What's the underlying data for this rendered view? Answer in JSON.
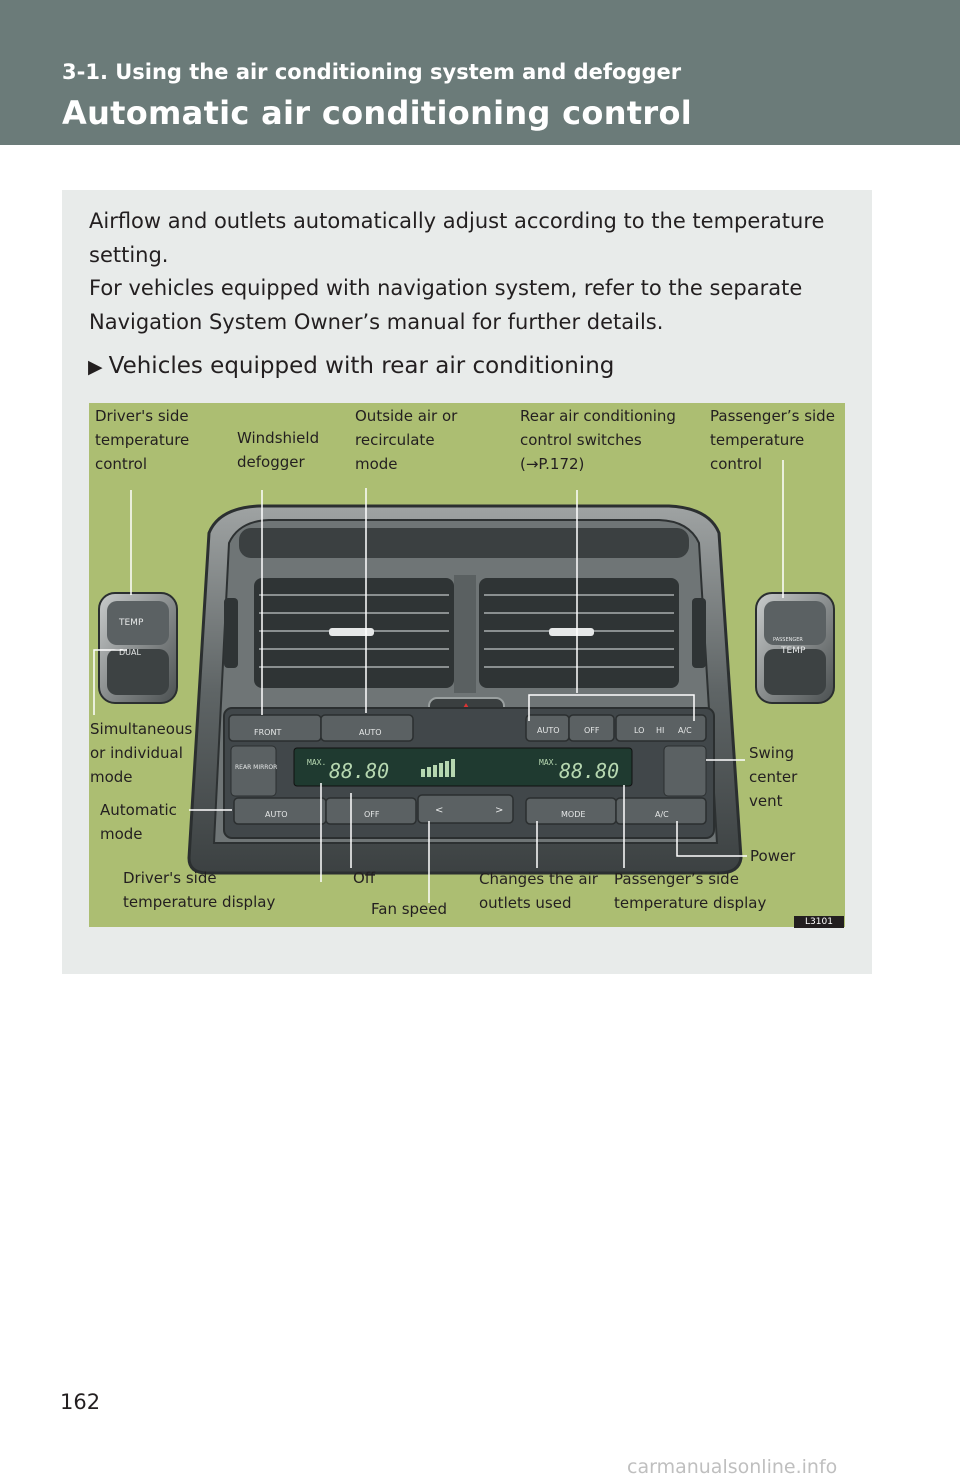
{
  "header": {
    "section": "3-1. Using the air conditioning system and defogger",
    "title": "Automatic air conditioning control",
    "background_color": "#6b7b79"
  },
  "intro": {
    "paragraph1": "Airflow and outlets automatically adjust according to the temperature setting.",
    "paragraph2": "For vehicles equipped with navigation system, refer to the separate Navigation System Owner’s manual for further details."
  },
  "subheading": {
    "icon": "right-triangle-icon",
    "text": "Vehicles equipped with rear air conditioning"
  },
  "figure": {
    "background_color": "#acbe72",
    "id": "L3101",
    "panel_text": {
      "temp_left": "TEMP",
      "dual": "DUAL",
      "passenger": "PASSENGER",
      "temp_right": "TEMP",
      "front": "FRONT",
      "auto_recirc": "AUTO",
      "rear_auto": "AUTO",
      "rear_off": "OFF",
      "lo": "LO",
      "hi": "HI",
      "rear_ac": "A/C",
      "rear_mirror": "REAR MIRROR",
      "auto": "AUTO",
      "fan_off": "OFF",
      "fan_down": "<",
      "fan_up": ">",
      "mode": "MODE",
      "ac": "A/C",
      "max_left": "MAX.",
      "display_left": "88.80",
      "max_right": "MAX.",
      "display_right": "88.80"
    },
    "labels": {
      "drivers_temp_control": "Driver's side\ntemperature\ncontrol",
      "windshield_defogger": "Windshield\ndefogger",
      "outside_air": "Outside air or\nrecirculate\nmode",
      "rear_ac_switches": "Rear air conditioning\ncontrol switches\n(→P.172)",
      "passengers_temp_control": "Passenger’s side\ntemperature\ncontrol",
      "simultaneous": "Simultaneous\nor individual\nmode",
      "automatic_mode": "Automatic\nmode",
      "swing_vent": "Swing\ncenter\nvent",
      "power": "Power",
      "drivers_temp_display": "Driver's side\ntemperature display",
      "off": "Off",
      "fan_speed": "Fan speed",
      "changes_outlets": "Changes the air\noutlets used",
      "passengers_temp_display": "Passenger’s side\ntemperature display"
    }
  },
  "page_number": "162",
  "watermark": "carmanualsonline.info"
}
